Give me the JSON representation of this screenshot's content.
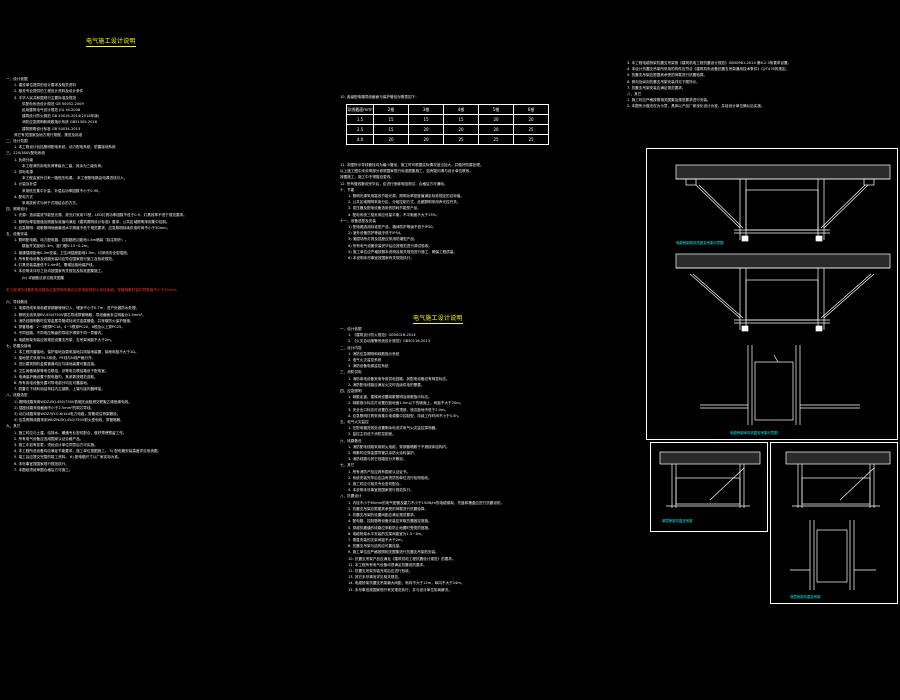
{
  "titles": {
    "construction_notes": "电气施工设计说明",
    "design_notes": "电气施工设计说明"
  },
  "col1": [
    {
      "t": "一、设计依据",
      "c": 0
    },
    {
      "t": "1. 建设单位提供的设计要求及相关资料",
      "c": 1
    },
    {
      "t": "2. 相关专业提供的工程设计资料及设计条件",
      "c": 1
    },
    {
      "t": "3. 中华人民共和国现行主要标准及规范",
      "c": 1
    },
    {
      "t": "供配电系统设计规范            GB 50052-2009",
      "c": 2
    },
    {
      "t": "民用建筑电气设计规范          JGJ 16-2008",
      "c": 2
    },
    {
      "t": "建筑设计防火规范              GB 50016-2014(2018年版)",
      "c": 2
    },
    {
      "t": "消防应急照明和疏散指示系统    GB51309-2018",
      "c": 2
    },
    {
      "t": "建筑照明设计标准              GB 50034-2013",
      "c": 2
    },
    {
      "t": "其它有关国家及地方现行规程、规范及标准",
      "c": 1
    },
    {
      "t": "二、设计范围",
      "c": 0
    },
    {
      "t": "1. 本工程设计包括照明配电系统、动力配电系统、防雷接地系统",
      "c": 1
    },
    {
      "t": "三、220/380V配电系统",
      "c": 0
    },
    {
      "t": "1. 负荷分级",
      "c": 1
    },
    {
      "t": "本工程消防用电负荷等级为二级，其余为三级负荷。",
      "c": 2
    },
    {
      "t": "2. 供电电源",
      "c": 1
    },
    {
      "t": "本工程由室外引来一路低压电源。           本工程配电箱由电源进线引入。",
      "c": 2
    },
    {
      "t": "3. 计量及补偿",
      "c": 1
    },
    {
      "t": "采用低压集中计量，补偿后功率因数不小于0.90。",
      "c": 2
    },
    {
      "t": "4. 配电方式",
      "c": 1
    },
    {
      "t": "采用放射式与树干式相结合的方式。",
      "c": 2
    },
    {
      "t": "四、照明设计",
      "c": 0
    },
    {
      "t": "1. 光源：选用高效节能型光源，荧光灯采用T5型，LED灯具功率因数不低于0.9，灯具效率不低于规范要求。",
      "c": 1
    },
    {
      "t": "2. 照明功率密度值及照度标准值均满足《建筑照明设计标准》要求，公共区域照明采用集中控制。",
      "c": 1
    },
    {
      "t": "3. 应急照明：疏散照明地面最低水平照度不低于规范要求，应急照明持续供电时间不小于30min。",
      "c": 1
    },
    {
      "t": "五、设备安装",
      "c": 0
    },
    {
      "t": "1. 照明配电箱、动力配电箱、控制箱底边距地1.5m暗装（除注明外）。",
      "c": 1
    },
    {
      "t": "跷板开关距地1.3m，距门框0.15~0.2m。",
      "c": 2
    },
    {
      "t": "2. 普通插座距地0.3m安装，卫生间插座距地1.5m，均采用安全型插座。",
      "c": 1
    },
    {
      "t": "3. 所有配电设备及线路安装均应符合国家现行施工及验收规范。",
      "c": 1
    },
    {
      "t": "4. 灯具安装高度低于2.4m时，需增加接地保护线。",
      "c": 1
    },
    {
      "t": "5. 本说明未详尽之处均按国家有关规范及标准图集施工。",
      "c": 1
    },
    {
      "t": "(b) 详细做法参见相关图集",
      "c": 2
    },
    {
      "t": "",
      "c": 9
    },
    {
      "t": "本工程消防设备配电线路及应急照明线路均应采用阻燃耐火电线电缆，穿管暗敷时保护层厚度不小于30mm。",
      "c": 8
    },
    {
      "t": "",
      "c": 9
    },
    {
      "t": "六、导线敷设",
      "c": 0
    },
    {
      "t": "1. 电源进线采用电缆穿钢管埋地引入，埋深不小于0.7m，进户处做防水处理。",
      "c": 1
    },
    {
      "t": "2. 照明支线采用BV-450/750V铜芯导线穿管暗敷，导线截面未注明者为2.5mm²。",
      "c": 1
    },
    {
      "t": "3. 消防线路明敷时应穿金属导管或封闭式金属槽盒，并采取防火保护措施。",
      "c": 1
    },
    {
      "t": "4. 穿管规格：2~3根穿PC16，4~5根穿PC20，6根及以上穿PC25。",
      "c": 1
    },
    {
      "t": "5. 不同回路、不同电压等级的导线不得穿于同一导管内。",
      "c": 1
    },
    {
      "t": "6. 电缆桥架安装应按规范设置支吊架，支吊架间距不大于2m。",
      "c": 1
    },
    {
      "t": "七、防雷及接地",
      "c": 0
    },
    {
      "t": "1. 本工程防雷接地、保护接地及弱电接地共用接地装置，接地电阻不大于1Ω。",
      "c": 1
    },
    {
      "t": "2. 接地型式采用TN-S系统，PE线与N线严格分开。",
      "c": 1
    },
    {
      "t": "3. 进出建筑物的金属管道均应与接地装置可靠连接。",
      "c": 1
    },
    {
      "t": "4. 卫生间做局部等电位联结，总等电位联结箱设于配电室。",
      "c": 1
    },
    {
      "t": "5. 电涌保护器设置于配电箱内，其参数按规范选取。",
      "c": 1
    },
    {
      "t": "6. 所有用电设备外露可导电部分均应可靠接地。",
      "c": 1
    },
    {
      "t": "7. 防雷引下线利用结构柱内主钢筋，上端与接闪器焊接。",
      "c": 1
    },
    {
      "t": "八、线路选型",
      "c": 0
    },
    {
      "t": "1) 照明线路采用WDZ-BYJ-450/750V低烟无卤阻燃交联聚乙烯绝缘电线。",
      "c": 1
    },
    {
      "t": "2) 插座线路采用截面不小于2.5mm²的铜芯导线。",
      "c": 1
    },
    {
      "t": "3) 动力线路采用WDZ-YJY-0.6/1kV电力电缆，穿管或沿桥架敷设。",
      "c": 1
    },
    {
      "t": "4) 应急照明线路采用WDZN-BYJ-450/750V耐火型电线，穿管暗敷。",
      "c": 1
    },
    {
      "t": "九、其它",
      "c": 0
    },
    {
      "t": "1. 施工时应与土建、给排水、暖通专业密切配合，做好预埋预留工作。",
      "c": 1
    },
    {
      "t": "2. 所有电气设备应选用国家认证合格产品。",
      "c": 1
    },
    {
      "t": "3. 施工中如有变更，须经设计单位同意后方可实施。",
      "c": 1
    },
    {
      "t": "4. 本工程所选设备均应满足节能要求，施工单位按图施工。     5) 配电箱安装高度详见系统图。",
      "c": 1
    },
    {
      "t": "5. 竣工后应提交完整的竣工资料。                             6) 配电箱尺寸以厂家实际为准。",
      "c": 1
    },
    {
      "t": "6. 未尽事宜按国家现行规范执行。",
      "c": 1
    },
    {
      "t": "7. 本图纸须经审图合格后方可施工。",
      "c": 1
    }
  ],
  "col2_top": [
    {
      "t": "10. 各级配电箱导线截面与保护管径对照表如下：",
      "c": 0
    }
  ],
  "table": {
    "header": [
      "导线截面mm²",
      "2根",
      "3根",
      "4根",
      "5根",
      "6根"
    ],
    "rows": [
      [
        "1.5",
        "15",
        "15",
        "15",
        "20",
        "20"
      ],
      [
        "2.5",
        "15",
        "20",
        "20",
        "20",
        "25"
      ],
      [
        "4.0",
        "20",
        "20",
        "25",
        "25",
        "25"
      ]
    ]
  },
  "col2_mid": [
    {
      "t": "11. 本图所示导线管径均为最小管径，施工时可根据实际情况适当加大，并做好防腐处理。",
      "c": 0
    },
    {
      "t": "以上施工图中未说明部分参照国家现行标准图集施工，如有疑问请与设计单位联系。",
      "c": 0
    },
    {
      "t": "按图施工，施工中不得擅自更改。",
      "c": 0
    },
    {
      "t": "12. 所有管线敷设完毕后，应进行绝缘电阻测试，合格后方可通电。",
      "c": 0
    },
    {
      "t": "十、节能",
      "c": 0
    },
    {
      "t": "1. 照明光源采用高效节能光源，照明功率密度值满足标准规定的目标值。",
      "c": 1
    },
    {
      "t": "2. 公共区域照明采用分区、分组控制方式，走廊照明采用声光控开关。",
      "c": 1
    },
    {
      "t": "3. 变压器及配电设备选用低损耗节能型产品。",
      "c": 1
    },
    {
      "t": "4. 配电系统三相负荷应尽量平衡，不平衡度不大于15%。",
      "c": 1
    },
    {
      "t": "十一、设备选型及安装",
      "c": 0
    },
    {
      "t": "1) 配电箱选用标准型产品，箱体防护等级不低于IP30。",
      "c": 1
    },
    {
      "t": "2) 室外设备防护等级不低于IP54。",
      "c": 1
    },
    {
      "t": "3) 潮湿场所灯具及插座应采用防潮型产品。",
      "c": 1
    },
    {
      "t": "4) 所有电气设备安装完毕后应按规范进行调试验收。",
      "c": 1
    },
    {
      "t": "5) 施工单位应严格按照本说明及相关规范进行施工，确保工程质量。",
      "c": 1
    },
    {
      "t": "6) 本说明未尽事宜按国家有关规范执行。",
      "c": 1
    }
  ],
  "col2_bottom": [
    {
      "t": "一、设计依据",
      "c": 0
    },
    {
      "t": "1. 《建筑设计防火规范》GB50016-2014",
      "c": 1
    },
    {
      "t": "2. 《火灾自动报警系统设计规范》GB50116-2013",
      "c": 1
    },
    {
      "t": "二、设计内容",
      "c": 0
    },
    {
      "t": "1. 消防应急照明和疏散指示系统",
      "c": 1
    },
    {
      "t": "2. 电气火灾监控系统",
      "c": 1
    },
    {
      "t": "3. 消防设备电源监控系统",
      "c": 1
    },
    {
      "t": "三、消防供电",
      "c": 0
    },
    {
      "t": "1. 消防用电设备采用专用供电回路，其配电设备应有明显标志。",
      "c": 1
    },
    {
      "t": "2. 消防配电线路应满足火灾时连续供电的需要。",
      "c": 1
    },
    {
      "t": "四、应急照明",
      "c": 0
    },
    {
      "t": "1. 疏散走道、楼梯间设置疏散照明及疏散指示标志。",
      "c": 1
    },
    {
      "t": "2. 疏散指示标志灯设置在距地面1.0m以下的墙面上，间距不大于20m。",
      "c": 1
    },
    {
      "t": "3. 安全出口标志灯设置在出口的顶部，底边距地不低于2.0m。",
      "c": 1
    },
    {
      "t": "4. 应急照明灯具采用集中电源集中控制型，持续工作时间不小于0.5h。",
      "c": 1
    },
    {
      "t": "五、电气火灾监控",
      "c": 0
    },
    {
      "t": "1. 在配电箱进线处设置剩余电流式电气火灾监控探测器。",
      "c": 1
    },
    {
      "t": "2. 监控主机设于消防控制室。",
      "c": 1
    },
    {
      "t": "六、线路敷设",
      "c": 0
    },
    {
      "t": "1. 消防配电线路采用耐火电缆，穿钢管暗敷于不燃烧体结构内。",
      "c": 1
    },
    {
      "t": "2. 明敷时应穿金属导管并涂防火涂料保护。",
      "c": 1
    },
    {
      "t": "3. 消防线路与其它线路宜分开敷设。",
      "c": 1
    },
    {
      "t": "七、其它",
      "c": 0
    },
    {
      "t": "1. 所有消防产品应具有国家认证证书。",
      "c": 1
    },
    {
      "t": "2. 系统安装完毕后应由有资质的单位进行检测验收。",
      "c": 1
    },
    {
      "t": "3. 施工时应与相关专业密切配合。",
      "c": 1
    },
    {
      "t": "4. 本说明未尽事宜按国家现行规范执行。",
      "c": 1
    },
    {
      "t": "八、抗震设计",
      "c": 0
    },
    {
      "t": "1. 内径不小于60mm的电气配管及重力不小于150N/m的电缆梯架、托盘和槽盒应进行抗震设防。",
      "c": 1
    },
    {
      "t": "2. 抗震支吊架应根据其承受的荷载进行抗震验算。",
      "c": 1
    },
    {
      "t": "3. 抗震支吊架的设置间距应满足规范要求。",
      "c": 1
    },
    {
      "t": "4. 配电箱、控制箱等设备安装应采取抗震固定措施。",
      "c": 1
    },
    {
      "t": "5. 穿越抗震缝的线路应采取防止地震时受损的措施。",
      "c": 1
    },
    {
      "t": "6. 电缆桥架水平安装的支架间距宜为1.5~3m。",
      "c": 1
    },
    {
      "t": "7. 垂直安装的支架间距不大于2m。",
      "c": 1
    },
    {
      "t": "8. 抗震支吊架与结构应可靠连接。",
      "c": 1
    },
    {
      "t": "9. 施工单位应严格按照相关图集进行抗震支吊架的安装。",
      "c": 1
    },
    {
      "t": "10. 抗震支吊架产品应满足《建筑机电工程抗震设计规范》的要求。",
      "c": 1
    },
    {
      "t": "11. 本工程所有电气设备均须满足抗震设防要求。",
      "c": 1
    },
    {
      "t": "12. 抗震支吊架安装完成后应进行验收。",
      "c": 1
    },
    {
      "t": "13. 其它未尽事宜详见相关规范。",
      "c": 1
    },
    {
      "t": "14. 电缆桥架抗震支吊架最大间距，侧向不大于12m，纵向不大于24m。",
      "c": 1
    },
    {
      "t": "15. 未尽事宜按国家现行有关规范执行，并与设计单位协商解决。",
      "c": 1
    }
  ],
  "col3": [
    {
      "t": "3. 本工程电缆桥架抗震支吊架按《建筑机电工程抗震设计规范》GB50981-2014 第6.2.3条要求设置。",
      "c": 0
    },
    {
      "t": "4. 本设计抗震支吊架所采用的构件应符合《建筑机电设备抗震支吊架通用技术条件》CJ/T476的规定。",
      "c": 0
    },
    {
      "t": "5. 抗震支吊架应根据其承受的荷载进行抗震验算。",
      "c": 0
    },
    {
      "t": "6. 侧向及纵向抗震支吊架安装详见下图所示。",
      "c": 0
    },
    {
      "t": "7. 抗震支吊架安装应满足规范要求。",
      "c": 0
    },
    {
      "t": "八、其它",
      "c": 0
    },
    {
      "t": "1. 施工时应严格按照相关图集及规范要求进行安装。",
      "c": 0
    },
    {
      "t": "2. 本图所示做法仅为示意，具体以产品厂家深化设计为准，并经设计单位确认后实施。",
      "c": 0
    }
  ],
  "cyan_labels": [
    "电缆桥架侧向抗震支吊架示意图",
    "电缆桥架纵向抗震支吊架示意图",
    "单层桥架抗震支吊架",
    "双层桥架抗震支吊架"
  ],
  "colors": {
    "background": "#000000",
    "text": "#f2f2f2",
    "title": "#ffff00",
    "warning": "#ff3030",
    "label": "#00ffff",
    "linework": "#ffffff"
  }
}
